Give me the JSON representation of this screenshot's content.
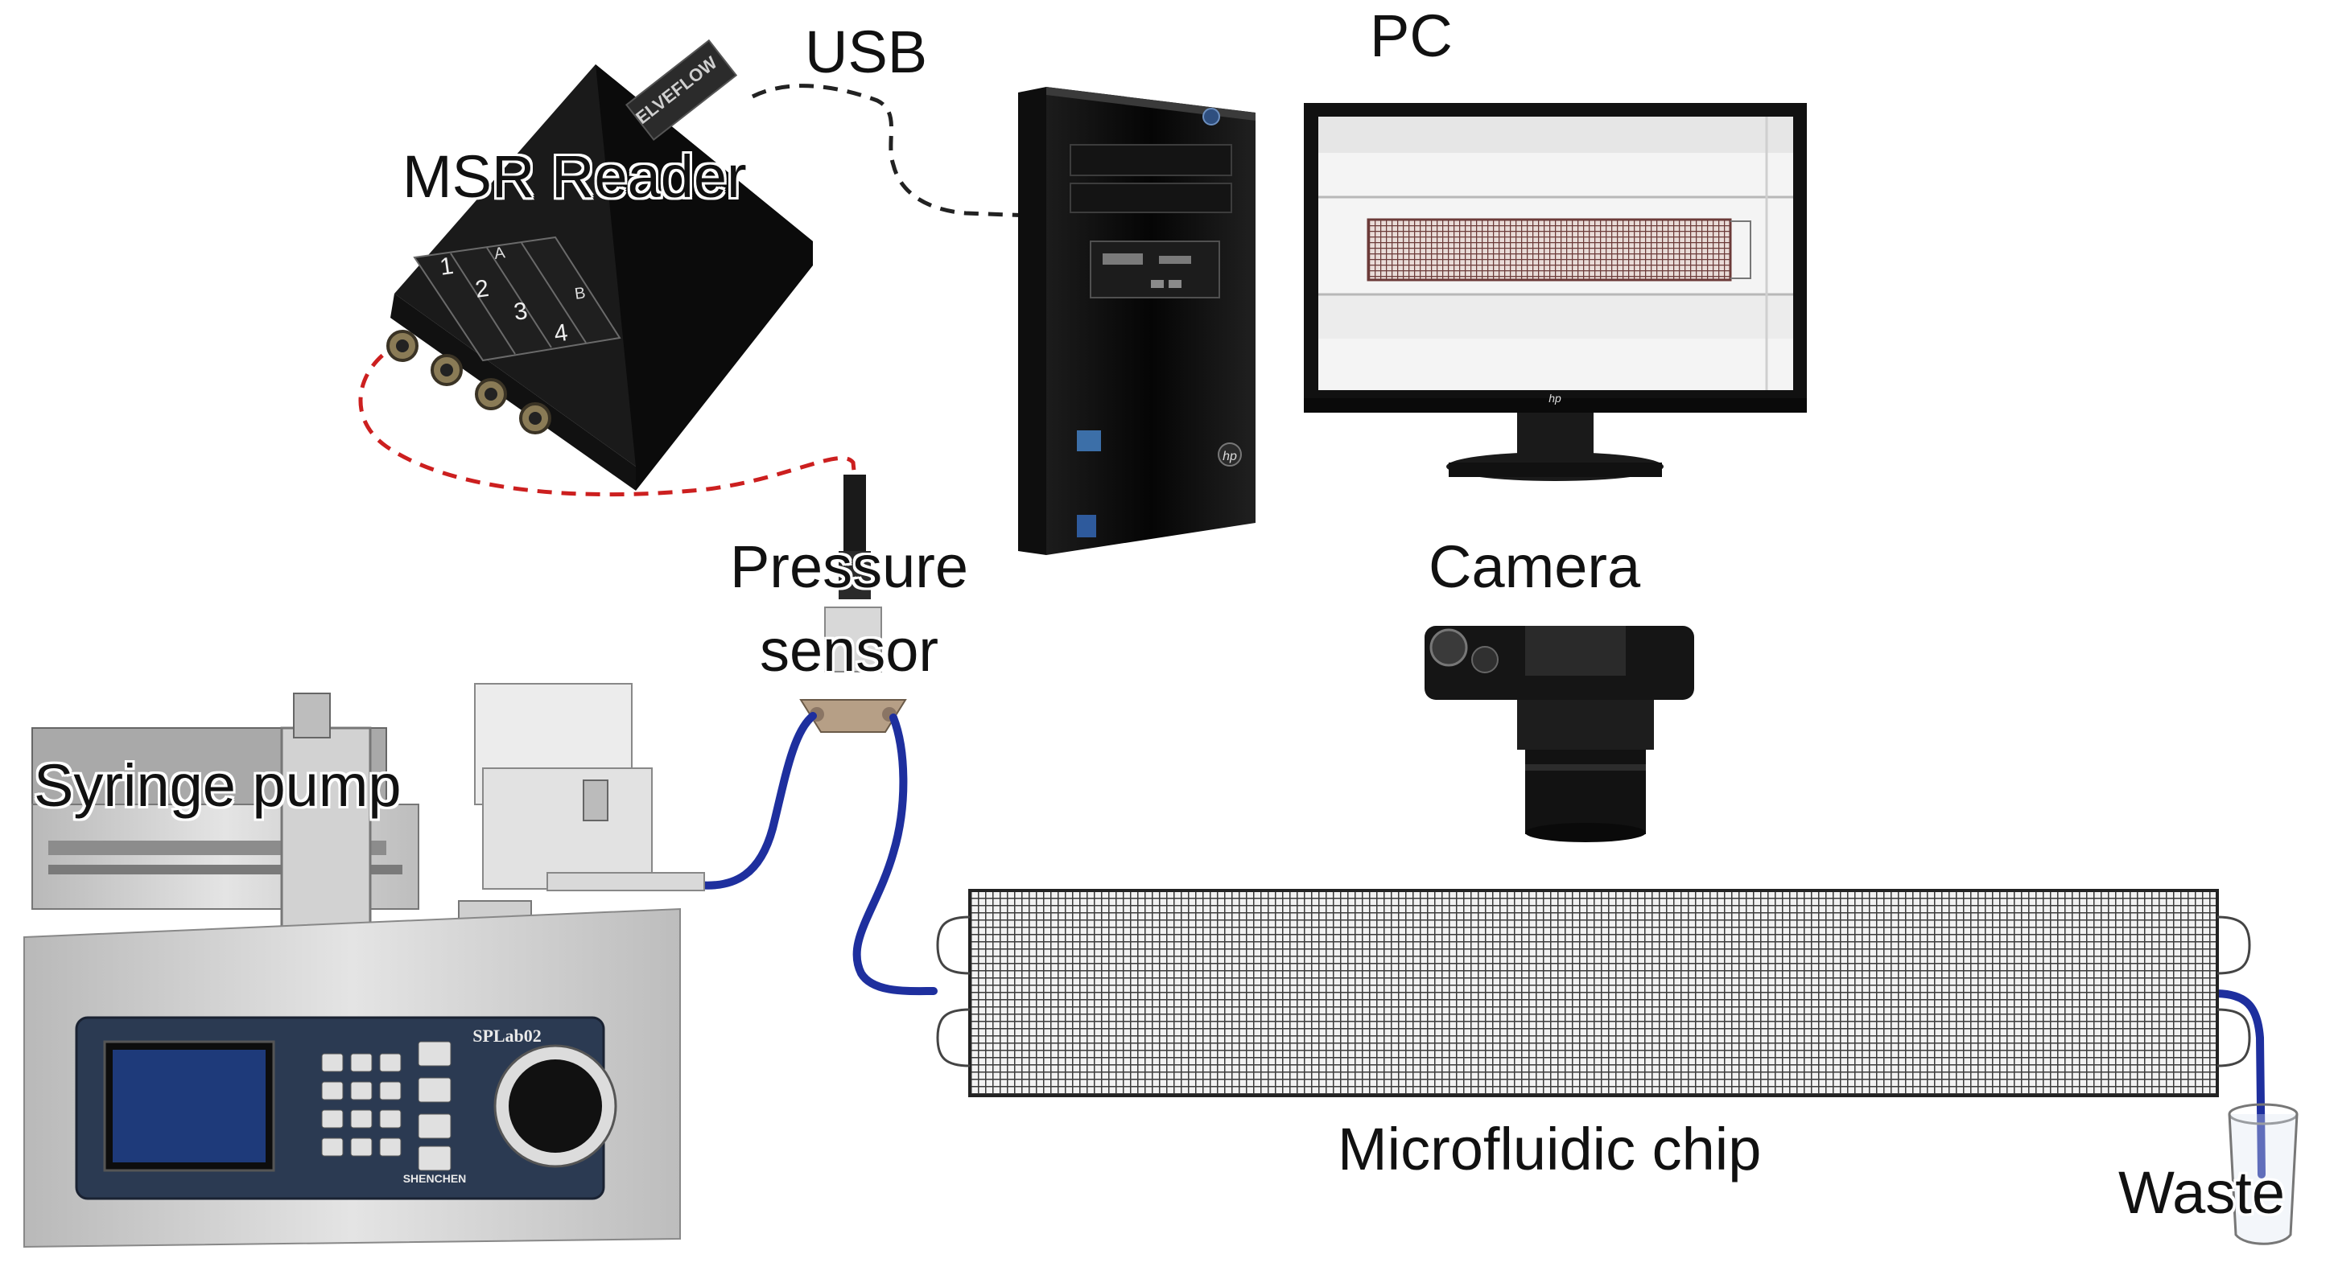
{
  "labels": {
    "usb": "USB",
    "pc": "PC",
    "msr_reader": "MSR Reader",
    "pressure_sensor_line1": "Pressure",
    "pressure_sensor_line2": "sensor",
    "camera": "Camera",
    "syringe_pump": "Syringe pump",
    "microfluidic_chip": "Microfluidic chip",
    "waste": "Waste"
  },
  "device_text": {
    "reader_brand": "ELVEFLOW",
    "reader_group_a": "A",
    "reader_group_b": "B",
    "reader_ports": [
      "1",
      "2",
      "3",
      "4"
    ],
    "pump_model": "SPLab02",
    "pump_brand": "SHENCHEN",
    "pc_logo": "hp",
    "monitor_logo": "hp"
  },
  "colors": {
    "usb_cable": "#222222",
    "sensor_cable": "#cc1f1f",
    "tubing": "#1e2f9e",
    "chip_grid": "#3a3a3a"
  }
}
